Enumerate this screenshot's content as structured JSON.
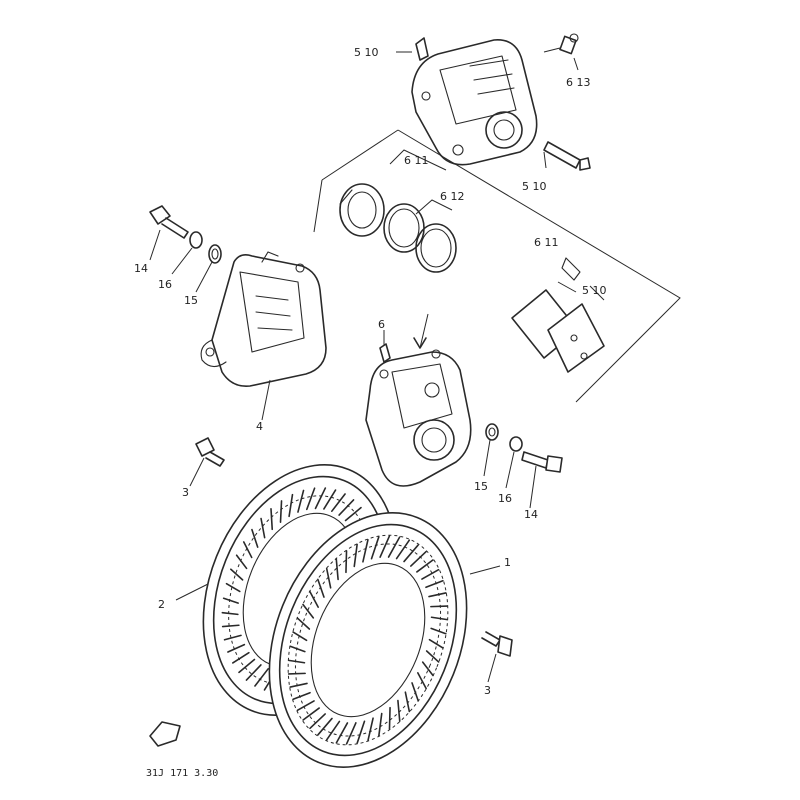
{
  "callouts": {
    "c1": "1",
    "c2": "2",
    "c3a": "3",
    "c3b": "3",
    "c4": "4",
    "c6": "6",
    "c14a": "14",
    "c14b": "14",
    "c15a": "15",
    "c15b": "15",
    "c16a": "16",
    "c16b": "16",
    "c510a": "5 10",
    "c510b": "5 10",
    "c510c": "5 10",
    "c611a": "6 11",
    "c611b": "6 11",
    "c612": "6 12",
    "c613": "6 13"
  },
  "drawing_code": "31J 171 3.30"
}
